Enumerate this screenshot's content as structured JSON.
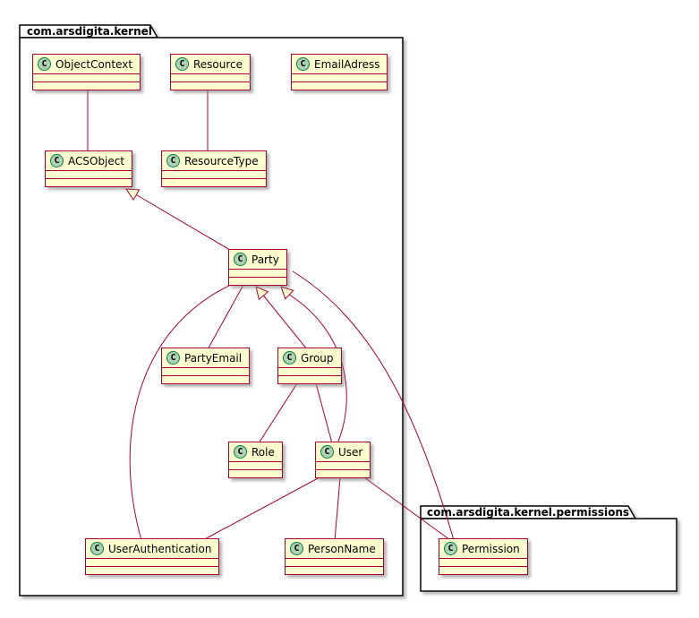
{
  "diagram": {
    "type": "uml-class-diagram",
    "class_icon_letter": "C",
    "packages": [
      {
        "title": "com.arsdigita.kernel"
      },
      {
        "title": "com.arsdigita.kernel.permissions"
      }
    ],
    "classes": [
      {
        "name": "ObjectContext",
        "package": "com.arsdigita.kernel"
      },
      {
        "name": "Resource",
        "package": "com.arsdigita.kernel"
      },
      {
        "name": "EmailAdress",
        "package": "com.arsdigita.kernel"
      },
      {
        "name": "ACSObject",
        "package": "com.arsdigita.kernel"
      },
      {
        "name": "ResourceType",
        "package": "com.arsdigita.kernel"
      },
      {
        "name": "Party",
        "package": "com.arsdigita.kernel"
      },
      {
        "name": "PartyEmail",
        "package": "com.arsdigita.kernel"
      },
      {
        "name": "Group",
        "package": "com.arsdigita.kernel"
      },
      {
        "name": "Role",
        "package": "com.arsdigita.kernel"
      },
      {
        "name": "User",
        "package": "com.arsdigita.kernel"
      },
      {
        "name": "UserAuthentication",
        "package": "com.arsdigita.kernel"
      },
      {
        "name": "PersonName",
        "package": "com.arsdigita.kernel"
      },
      {
        "name": "Permission",
        "package": "com.arsdigita.kernel.permissions"
      }
    ],
    "relationships": [
      {
        "from": "ObjectContext",
        "to": "ACSObject",
        "type": "association"
      },
      {
        "from": "Resource",
        "to": "ResourceType",
        "type": "association"
      },
      {
        "from": "Party",
        "to": "ACSObject",
        "type": "generalization"
      },
      {
        "from": "PartyEmail",
        "to": "Party",
        "type": "association"
      },
      {
        "from": "Group",
        "to": "Party",
        "type": "generalization"
      },
      {
        "from": "User",
        "to": "Party",
        "type": "generalization"
      },
      {
        "from": "Permission",
        "to": "Party",
        "type": "association"
      },
      {
        "from": "UserAuthentication",
        "to": "Party",
        "type": "association"
      },
      {
        "from": "Group",
        "to": "Role",
        "type": "association"
      },
      {
        "from": "Group",
        "to": "User",
        "type": "association"
      },
      {
        "from": "User",
        "to": "UserAuthentication",
        "type": "association"
      },
      {
        "from": "User",
        "to": "PersonName",
        "type": "association"
      },
      {
        "from": "User",
        "to": "Permission",
        "type": "association"
      }
    ],
    "colors": {
      "class_fill": "#FEFECE",
      "class_border": "#A80036",
      "icon_fill": "#ADD1B2",
      "icon_border": "#038048",
      "edge": "#A80036",
      "package_border": "#000000",
      "background": "#FFFFFF"
    }
  }
}
